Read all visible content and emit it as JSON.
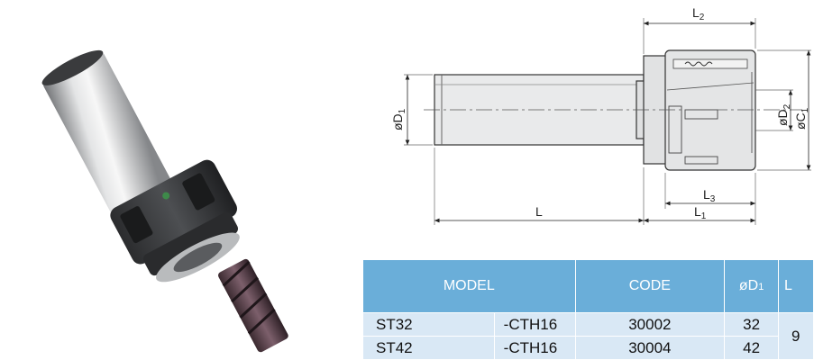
{
  "drawing": {
    "labels": {
      "L2": {
        "main": "L",
        "sub": "2"
      },
      "L3": {
        "main": "L",
        "sub": "3"
      },
      "L1": {
        "main": "L",
        "sub": "1"
      },
      "L": {
        "main": "L"
      },
      "D1": {
        "main": "øD",
        "sub": "1"
      },
      "D2": {
        "main": "øD",
        "sub": "2"
      },
      "C1": {
        "main": "øC",
        "sub": "1"
      }
    }
  },
  "table": {
    "headers": {
      "model": "MODEL",
      "code": "CODE",
      "d1_main": "øD",
      "d1_sub": "1",
      "l_partial": "L"
    },
    "rows": [
      {
        "series": "ST32",
        "suffix": "-CTH16",
        "code": "30002",
        "d1": "32"
      },
      {
        "series": "ST42",
        "suffix": "-CTH16",
        "code": "30004",
        "d1": "42"
      }
    ],
    "l_merged_partial": "9"
  },
  "colors": {
    "header_bg": "#6aaed9",
    "row_bg": "#d9e8f5",
    "drawing_fill": "#e9eaeb",
    "outline": "#333333"
  }
}
